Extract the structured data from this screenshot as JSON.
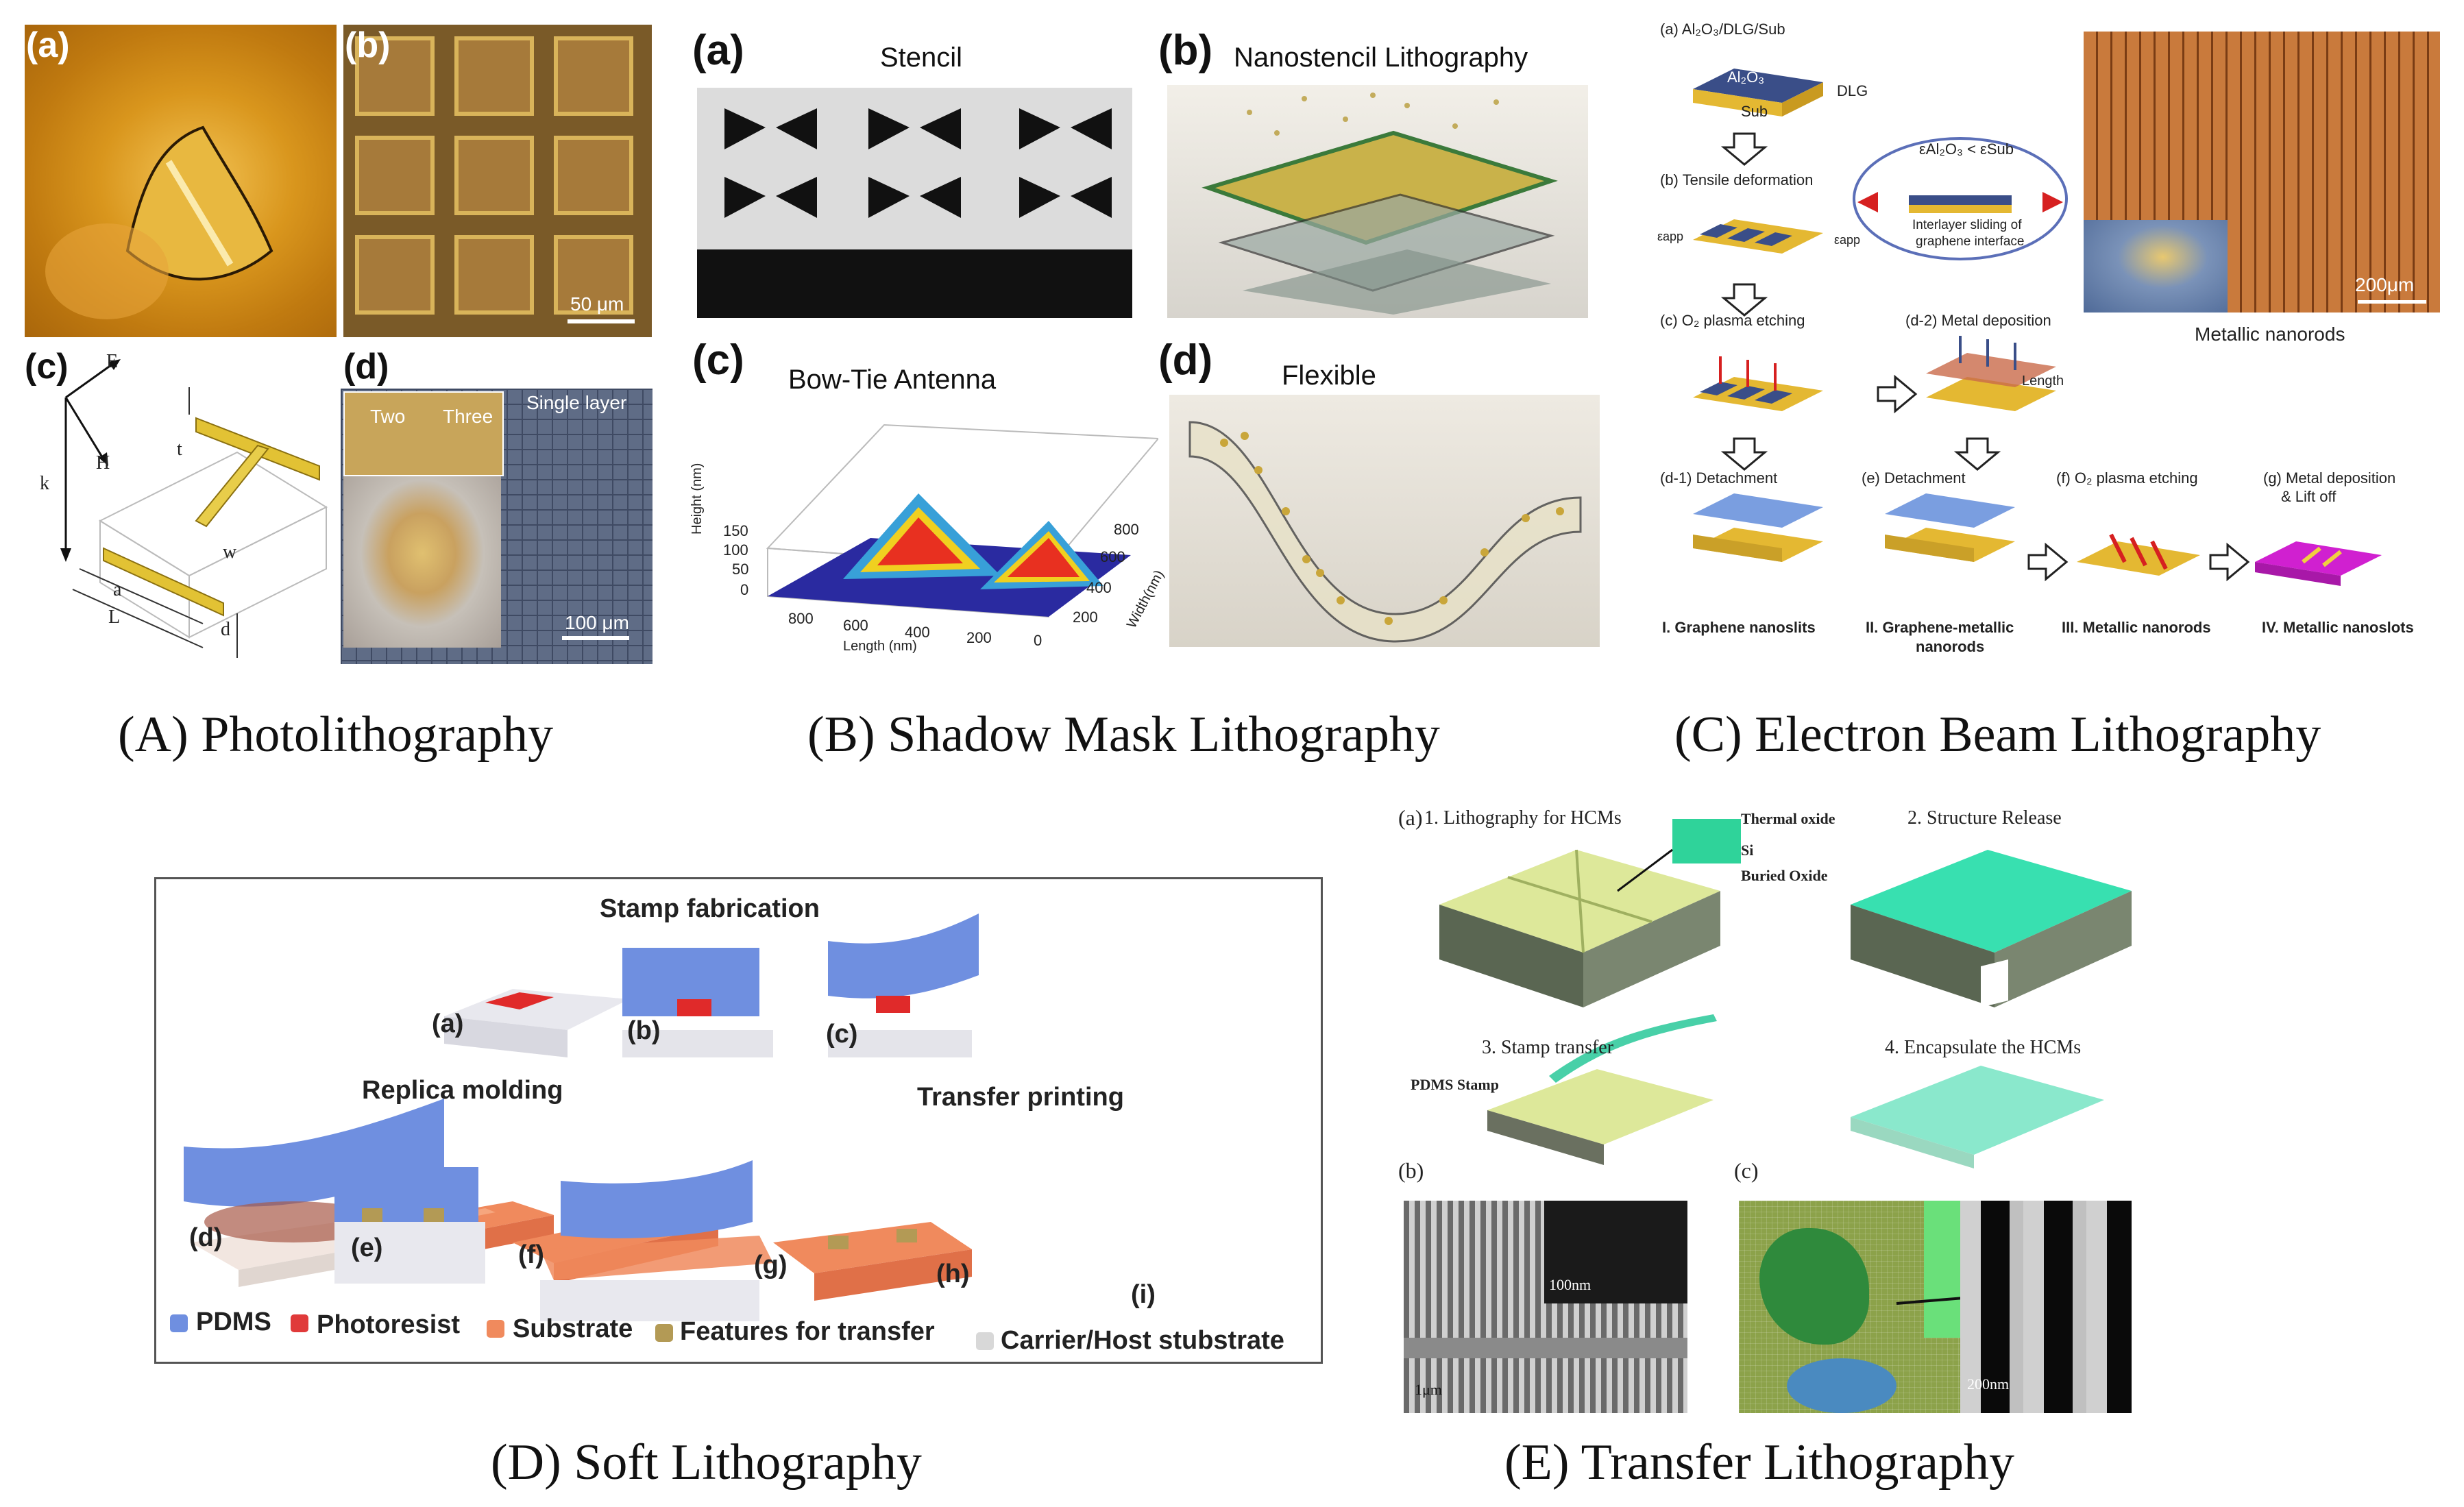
{
  "captions": {
    "A": "(A) Photolithography",
    "B": "(B) Shadow Mask Lithography",
    "C": "(C) Electron Beam Lithography",
    "D": "(D) Soft Lithography",
    "E": "(E) Transfer Lithography"
  },
  "A": {
    "labels": {
      "a": "(a)",
      "b": "(b)",
      "c": "(c)",
      "d": "(d)"
    },
    "scale_b": "50 μm",
    "scale_d": "100 μm",
    "diagram": {
      "E": "E",
      "H": "H",
      "k": "k",
      "t": "t",
      "w": "w",
      "a": "a",
      "L": "L",
      "d": "d"
    },
    "inset": {
      "two": "Two",
      "three": "Three",
      "single": "Single layer"
    }
  },
  "B": {
    "labels": {
      "a": "(a)",
      "b": "(b)",
      "c": "(c)",
      "d": "(d)"
    },
    "titles": {
      "a": "Stencil",
      "b": "Nanostencil Lithography",
      "c": "Bow-Tie Antenna",
      "d": "Flexible"
    },
    "plot": {
      "zlabel": "Height (nm)",
      "xlabel": "Length (nm)",
      "ylabel": "Width(nm)",
      "zticks": [
        "150",
        "100",
        "50",
        "0"
      ],
      "xticks": [
        "800",
        "600",
        "400",
        "200",
        "0"
      ],
      "yticks": [
        "800",
        "600",
        "400",
        "200"
      ]
    }
  },
  "C": {
    "steps": {
      "a": "(a) Al₂O₃/DLG/Sub",
      "a_top": "Al₂O₃",
      "a_dlg": "DLG",
      "a_sub": "Sub",
      "b": "(b) Tensile deformation",
      "eps_left": "εapp",
      "eps_right": "εapp",
      "bubble_eq": "εAl₂O₃ < εSub",
      "bubble_note1": "Interlayer sliding of",
      "bubble_note2": "graphene interface",
      "c": "(c) O₂ plasma etching",
      "d2": "(d-2) Metal deposition",
      "length": "Length",
      "d1": "(d-1) Detachment",
      "e": "(e) Detachment",
      "f": "(f) O₂ plasma etching",
      "g1": "(g) Metal deposition",
      "g2": "& Lift off"
    },
    "results": {
      "r1": "I. Graphene nanoslits",
      "r2a": "II. Graphene-metallic",
      "r2b": "nanorods",
      "r3": "III. Metallic nanorods",
      "r4": "IV. Metallic nanoslots"
    },
    "photo_scale": "200μm",
    "photo_caption": "Metallic nanorods"
  },
  "D": {
    "stamp_fab": "Stamp fabrication",
    "replica": "Replica molding",
    "transfer": "Transfer printing",
    "steps": [
      "(a)",
      "(b)",
      "(c)",
      "(d)",
      "(e)",
      "(f)",
      "(g)",
      "(h)",
      "(i)"
    ],
    "legend": [
      {
        "label": "PDMS",
        "color": "#6f8fe0"
      },
      {
        "label": "Photoresist",
        "color": "#e03a3a"
      },
      {
        "label": "Substrate",
        "color": "#f08a5d"
      },
      {
        "label": "Features for transfer",
        "color": "#b39a55"
      },
      {
        "label": "Carrier/Host stubstrate",
        "color": "#d8d8d8"
      }
    ]
  },
  "E": {
    "a": "(a)",
    "s1": "1. Lithography for HCMs",
    "thermal": "Thermal oxide",
    "si": "Si",
    "buried": "Buried  Oxide",
    "s2": "2. Structure Release",
    "s3": "3. Stamp transfer",
    "pdms": "PDMS Stamp",
    "s4": "4. Encapsulate the HCMs",
    "b": "(b)",
    "c": "(c)",
    "scale_b1": "100nm",
    "scale_b2": "1μm",
    "scale_c": "200nm"
  }
}
